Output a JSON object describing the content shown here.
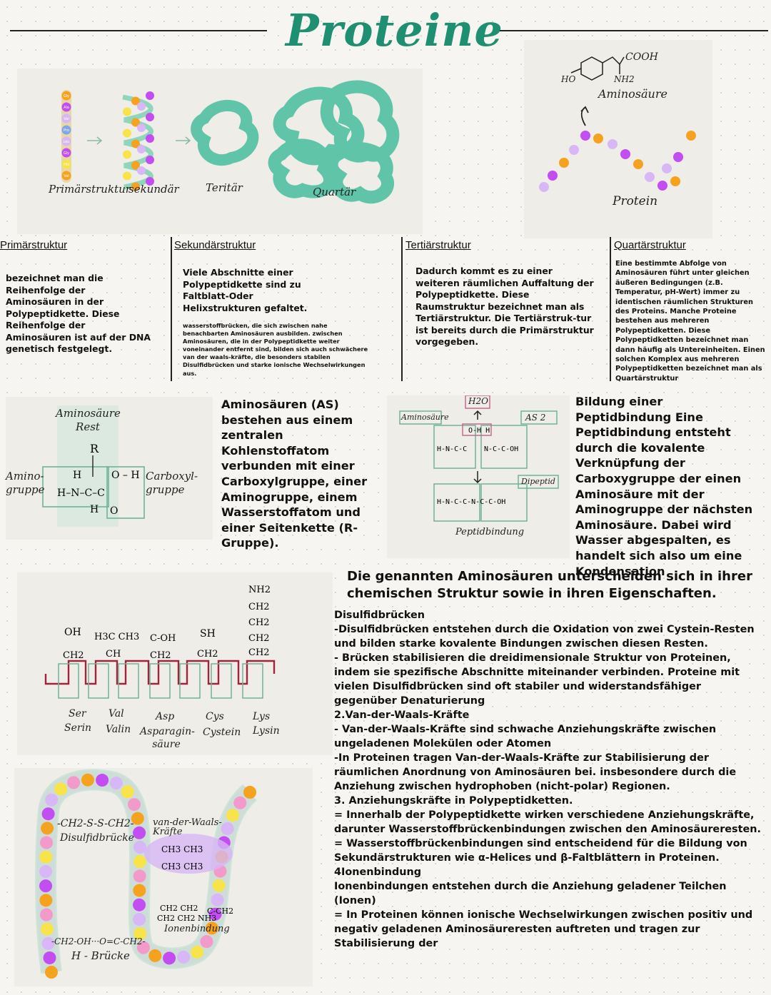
{
  "title": "Proteine",
  "top_figure": {
    "labels": [
      "Primärstruktur",
      "sekundär",
      "Teritär",
      "Quartär"
    ],
    "primary_beads": [
      "Gly",
      "Ala",
      "Val",
      "Pro",
      "Leu",
      "Gly",
      "His",
      "Val"
    ]
  },
  "amino_figure": {
    "formula_cooh": "COOH",
    "formula_ho": "HO",
    "formula_nh2": "NH2",
    "label_amino": "Aminosäure",
    "label_protein": "Protein"
  },
  "structures": [
    {
      "heading": "Primärstruktur",
      "text": "bezeichnet man die Reihenfolge der Aminosäuren in der Polypeptidkette. Diese Reihenfolge der Aminosäuren ist auf der DNA genetisch festgelegt."
    },
    {
      "heading": "Sekundärstruktur",
      "text": "Viele Abschnitte einer Polypeptidkette sind zu Faltblatt-Oder Helixstrukturen gefaltet.",
      "note": "wasserstoffbrücken, die sich zwischen nahe benachbarten Aminosäuren ausbilden. zwischen Aminosäuren, die in der Polypeptidkette weiter voneinander entfernt sind, bilden sich auch schwächere van der waals-kräfte, die besonders stabilen Disulfidbrücken und starke ionische Wechselwirkungen aus."
    },
    {
      "heading": "Tertiärstruktur",
      "text": "Dadurch kommt es zu einer weiteren räumlichen Auffaltung der Polypeptidkette. Diese Raumstruktur bezeichnet man als Tertiärstruktur. Die Tertiärstruk-tur ist bereits durch die Primärstruktur vorgegeben."
    },
    {
      "heading": "Quartärstruktur",
      "text": "Eine bestimmte Abfolge von Aminosäuren führt unter gleichen äußeren Bedingungen (z.B. Temperatur, pH-Wert) immer zu identischen räumlichen Strukturen des Proteins. Manche Proteine bestehen aus mehreren Polypeptidketten. Diese Polypeptidketten bezeichnet man dann häufig als Untereinheiten. Einen solchen Komplex aus mehreren Polypeptidketten bezeichnet man als Quartärstruktur"
    }
  ],
  "as_figure": {
    "rest": "Aminosäure Rest",
    "amino": "Amino-gruppe",
    "carboxyl": "Carboxyl-gruppe"
  },
  "as_text": "Aminosäuren (AS) bestehen aus einem zentralen Kohlenstoffatom verbunden mit einer Carboxylgruppe, einer Aminogruppe, einem Wasserstoffatom und einer Seitenkette (R-Gruppe).",
  "peptide_figure": {
    "h2o": "H2O",
    "as1": "Aminosäure",
    "as2": "AS 2",
    "dipeptid": "Dipeptid",
    "bond": "Peptidbindung"
  },
  "peptide_text": "Bildung einer Peptidbindung Eine Peptidbindung entsteht durch die kovalente Verknüpfung der Carboxygruppe der einen Aminosäure mit der Aminogruppe der nächsten Aminosäure. Dabei wird Wasser abgespalten, es handelt sich also um eine Kondensation",
  "chain_figure": {
    "abbr": [
      "Ser",
      "Val",
      "Asp",
      "Cys",
      "Lys"
    ],
    "names": [
      "Serin",
      "Valin",
      "Asparagin-säure",
      "Cystein",
      "Lysin"
    ]
  },
  "diff_heading": "Die genannten Aminosäuren unterscheiden sich in ihrer chemischen Struktur sowie in ihren Eigenschaften.",
  "bonds_text": [
    "Disulfidbrücken",
    "-Disulfidbrücken entstehen durch die Oxidation von zwei Cystein-Resten und bilden starke kovalente Bindungen zwischen diesen Resten.",
    "- Brücken stabilisieren die dreidimensionale Struktur von Proteinen, indem sie spezifische Abschnitte miteinander verbinden. Proteine mit vielen Disulfidbrücken sind oft stabiler und widerstandsfähiger gegenüber Denaturierung",
    "2.Van-der-Waals-Kräfte",
    "- Van-der-Waals-Kräfte sind schwache Anziehungskräfte zwischen ungeladenen Molekülen oder Atomen",
    "-In Proteinen tragen Van-der-Waals-Kräfte zur Stabilisierung der räumlichen Anordnung von Aminosäuren bei. insbesondere durch die Anziehung zwischen hydrophoben (nicht-polar) Regionen.",
    "3. Anziehungskräfte in Polypeptidketten.",
    "= Innerhalb der Polypeptidkette wirken verschiedene Anziehungskräfte, darunter Wasserstoffbrückenbindungen zwischen den Aminosäureresten. = Wasserstoffbrückenbindungen sind entscheidend für die Bildung von Sekundärstrukturen wie α-Helices und β-Faltblättern in Proteinen.",
    "4Ionenbindung",
    " Ionenbindungen entstehen durch die Anziehung geladener Teilchen (Ionen)",
    "= In Proteinen können ionische Wechselwirkungen zwischen positiv und negativ geladenen Aminosäureresten auftreten und tragen zur Stabilisierung der"
  ],
  "bridge_figure": {
    "disulfid_formula": "-CH2-S-S-CH2-",
    "disulfid_label": "Disulfidbrücke",
    "vdw_label": "van-der-Waals-Kräfte",
    "ionic_label": "Ionenbindung",
    "h_formula": "-CH2-OH···O=C-CH2-",
    "h_label": "H - Brücke"
  },
  "colors": {
    "teal": "#1f8f72",
    "protein_green": "#5fc4a8",
    "helix_green": "#8fd6bd",
    "orange": "#f5a31f",
    "purple": "#c24df0",
    "lilac": "#d7b7f5",
    "yellow": "#f7e34a",
    "pink": "#f29ac9",
    "red": "#a3233a"
  }
}
